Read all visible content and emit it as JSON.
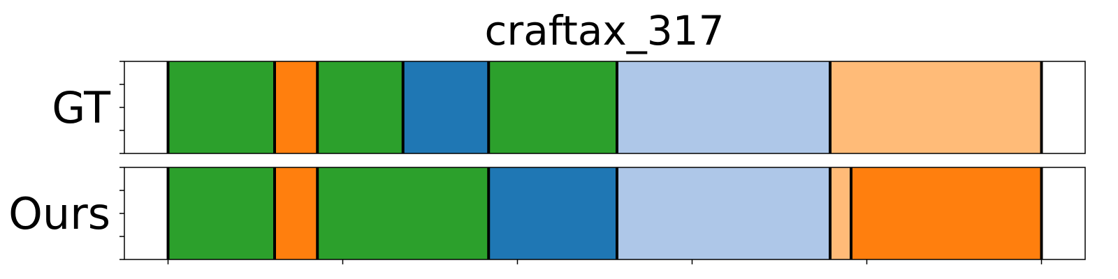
{
  "chart_data": {
    "type": "segmentation-timeline",
    "title": "craftax_317",
    "xlim": [
      0,
      1100
    ],
    "rows": [
      {
        "label": "GT",
        "segments": [
          {
            "start": 0,
            "end": 50,
            "color": "#ffffff"
          },
          {
            "start": 50,
            "end": 172,
            "color": "#2ca02c"
          },
          {
            "start": 172,
            "end": 221,
            "color": "#ff7f0e"
          },
          {
            "start": 221,
            "end": 319,
            "color": "#2ca02c"
          },
          {
            "start": 319,
            "end": 417,
            "color": "#1f77b4"
          },
          {
            "start": 417,
            "end": 564,
            "color": "#2ca02c"
          },
          {
            "start": 564,
            "end": 808,
            "color": "#aec7e8"
          },
          {
            "start": 808,
            "end": 1050,
            "color": "#ffbb78"
          },
          {
            "start": 1050,
            "end": 1100,
            "color": "#ffffff"
          }
        ],
        "boundaries": [
          50,
          172,
          221,
          319,
          417,
          564,
          808,
          1050
        ]
      },
      {
        "label": "Ours",
        "segments": [
          {
            "start": 0,
            "end": 50,
            "color": "#ffffff"
          },
          {
            "start": 50,
            "end": 172,
            "color": "#2ca02c"
          },
          {
            "start": 172,
            "end": 221,
            "color": "#ff7f0e"
          },
          {
            "start": 221,
            "end": 417,
            "color": "#2ca02c"
          },
          {
            "start": 417,
            "end": 564,
            "color": "#1f77b4"
          },
          {
            "start": 564,
            "end": 808,
            "color": "#aec7e8"
          },
          {
            "start": 808,
            "end": 832,
            "color": "#ffbb78"
          },
          {
            "start": 832,
            "end": 1050,
            "color": "#ff7f0e"
          },
          {
            "start": 1050,
            "end": 1100,
            "color": "#ffffff"
          }
        ],
        "boundaries": [
          50,
          172,
          221,
          417,
          564,
          808,
          832,
          1050
        ]
      }
    ],
    "x_ticks": [
      50,
      250,
      450,
      650,
      850,
      1050
    ],
    "y_tick_count": 5,
    "tick_labels_shown": false,
    "grid": false,
    "legend": "none"
  }
}
